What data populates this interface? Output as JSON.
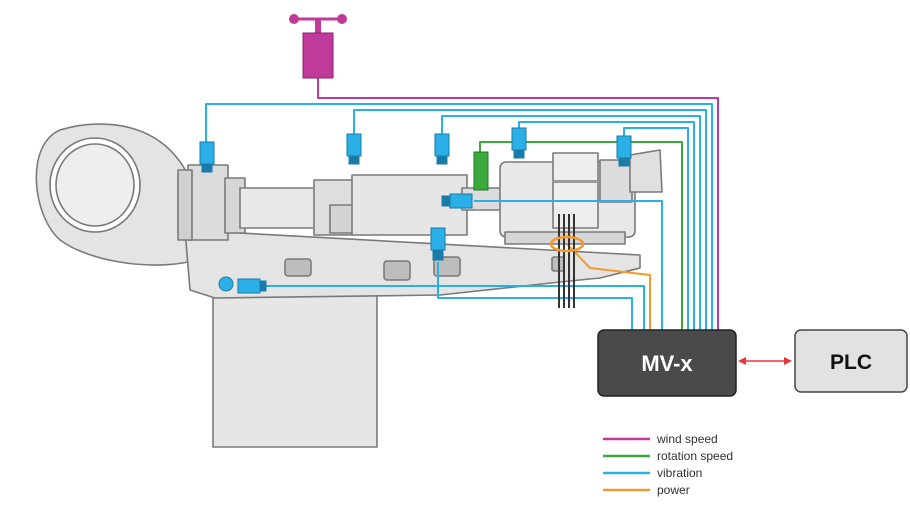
{
  "boxes": {
    "controller": "MV-x",
    "plc": "PLC"
  },
  "legend": [
    {
      "label": "wind speed",
      "color": "#c03a9a"
    },
    {
      "label": "rotation speed",
      "color": "#3aa83a"
    },
    {
      "label": "vibration",
      "color": "#2ab0e6"
    },
    {
      "label": "power",
      "color": "#f39a2e"
    }
  ],
  "colors": {
    "wind": "#c03a9a",
    "rotation": "#3aa83a",
    "vibration": "#2ab0e6",
    "power": "#f39a2e",
    "link": "#e8363a",
    "controller_fill": "#4a4a4a",
    "plc_fill": "#e2e2e2",
    "machine_fill": "#e4e4e4",
    "machine_stroke": "#7a7a7a"
  },
  "icons": {
    "anemometer": "anemometer-icon",
    "vibration_sensor": "vibration-sensor-icon",
    "speed_sensor": "speed-sensor-icon"
  }
}
